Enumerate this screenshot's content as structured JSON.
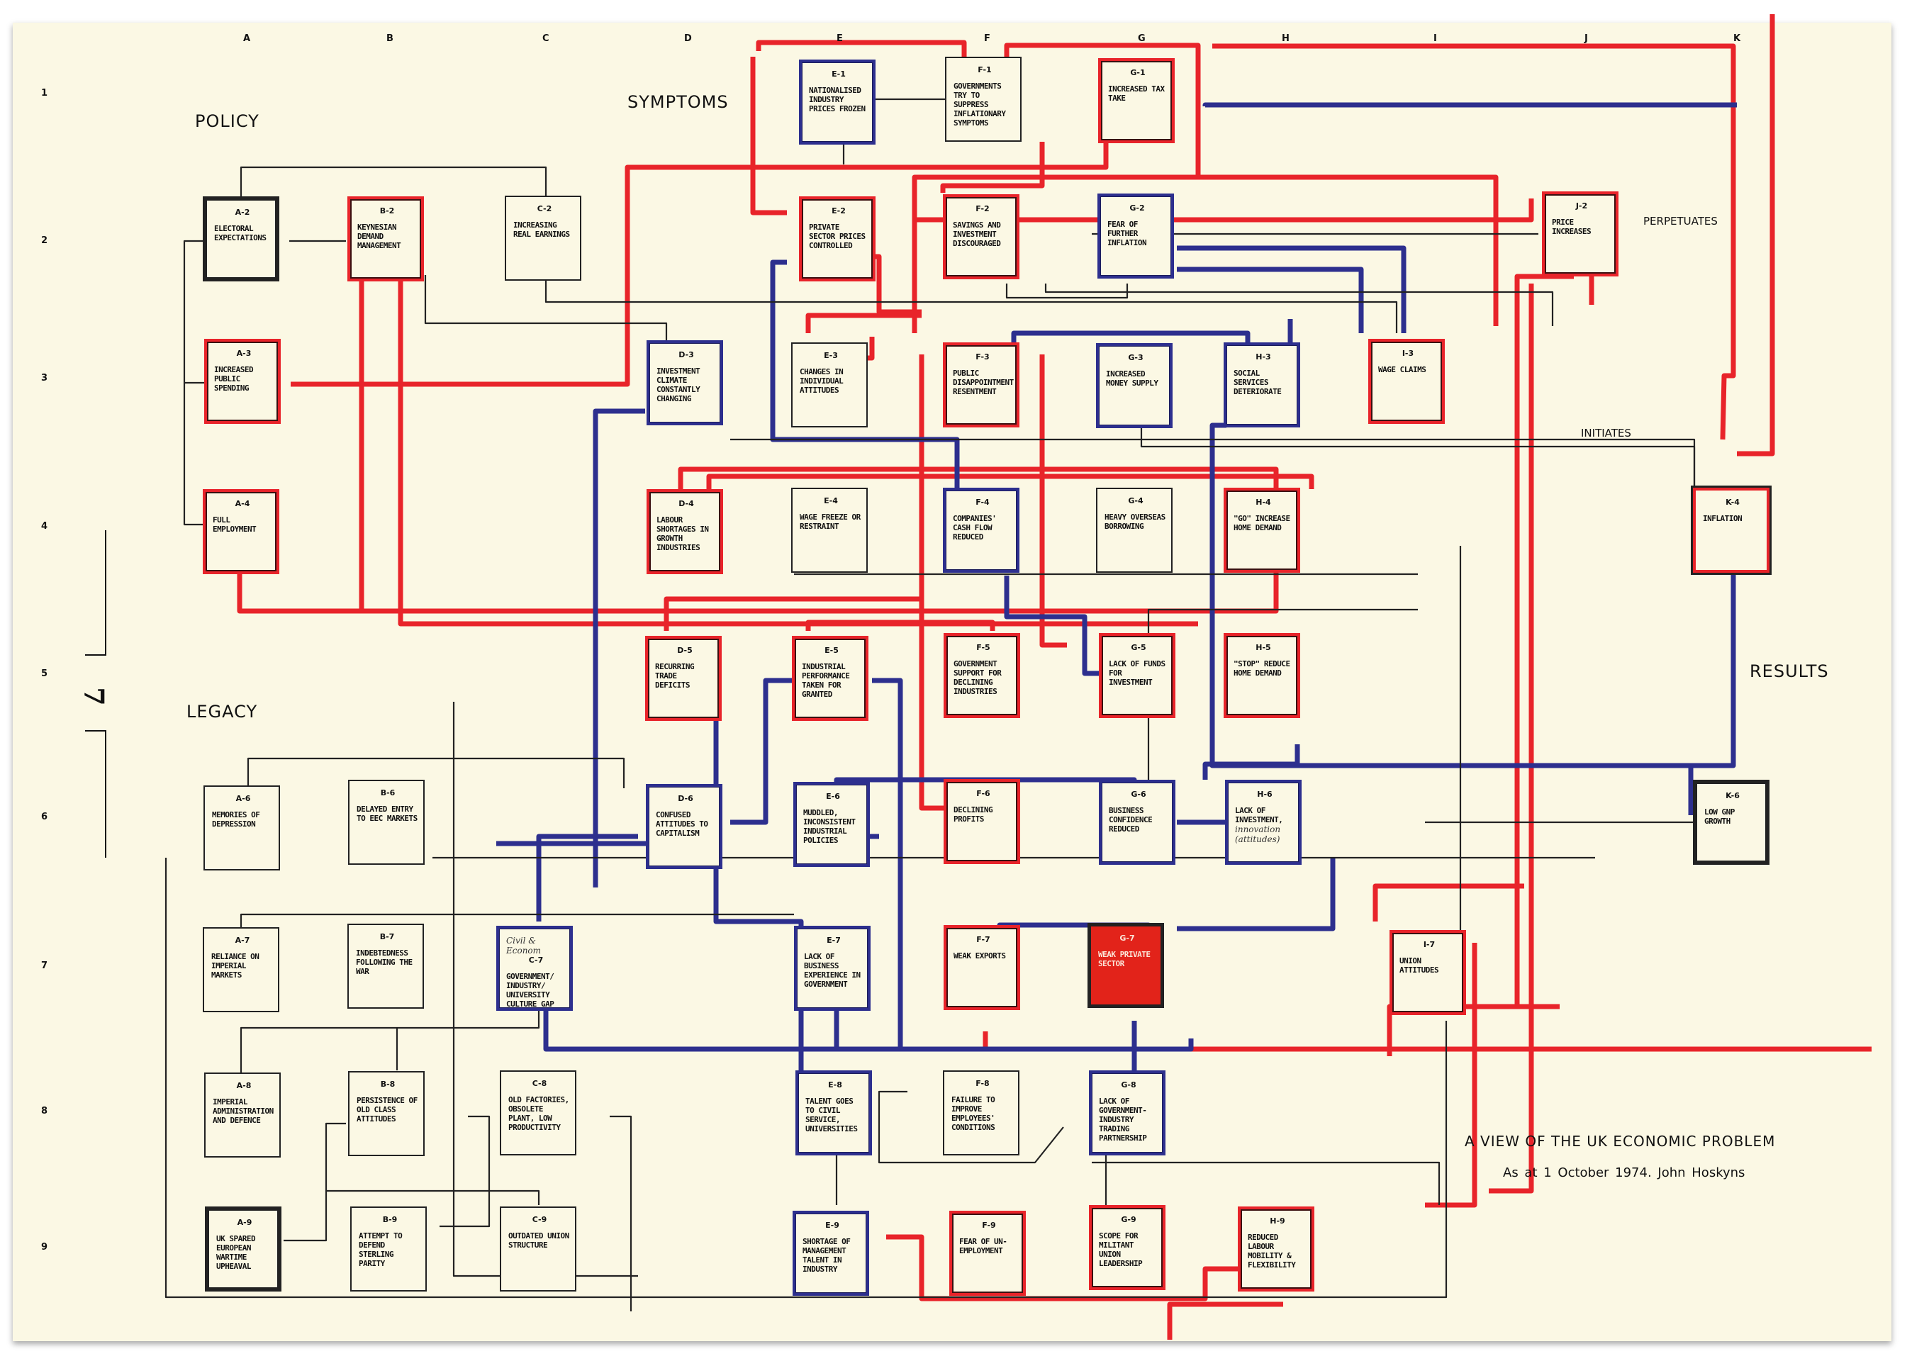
{
  "title": "A VIEW OF THE UK ECONOMIC PROBLEM",
  "subtitle": "As at 1 October 1974.   John Hoskyns",
  "page_number": "7",
  "columns": [
    "A",
    "B",
    "C",
    "D",
    "E",
    "F",
    "G",
    "H",
    "I",
    "J",
    "K"
  ],
  "rows": [
    "1",
    "2",
    "3",
    "4",
    "5",
    "6",
    "7",
    "8",
    "9"
  ],
  "sections": {
    "policy": "POLICY",
    "symptoms": "SYMPTOMS",
    "legacy": "LEGACY",
    "results": "RESULTS"
  },
  "edge_labels": {
    "perpetuates": "PERPETUATES",
    "initiates": "INITIATES"
  },
  "legend_colors": {
    "red": "#e8242a",
    "blue": "#2d2f8e",
    "black": "#222222",
    "highlight_fill": "#e2231a",
    "paper": "#fbf8e4"
  },
  "boxes": {
    "E1": {
      "id": "E-1",
      "text": "Nationalised industry prices frozen",
      "color": "blue"
    },
    "F1": {
      "id": "F-1",
      "text": "Governments try to suppress inflationary symptoms",
      "color": "black"
    },
    "G1": {
      "id": "G-1",
      "text": "Increased tax take",
      "color": "red"
    },
    "A2": {
      "id": "A-2",
      "text": "Electoral expectations",
      "color": "heavy"
    },
    "B2": {
      "id": "B-2",
      "text": "Keynesian demand management",
      "color": "red"
    },
    "C2": {
      "id": "C-2",
      "text": "Increasing real earnings",
      "color": "black"
    },
    "E2": {
      "id": "E-2",
      "text": "Private sector prices controlled",
      "color": "red"
    },
    "F2": {
      "id": "F-2",
      "text": "Savings and investment discouraged",
      "color": "red"
    },
    "G2": {
      "id": "G-2",
      "text": "Fear of further inflation",
      "color": "blue"
    },
    "J2": {
      "id": "J-2",
      "text": "Price increases",
      "color": "red"
    },
    "A3": {
      "id": "A-3",
      "text": "Increased public spending",
      "color": "red"
    },
    "D3": {
      "id": "D-3",
      "text": "Investment climate constantly changing",
      "color": "blue"
    },
    "E3": {
      "id": "E-3",
      "text": "Changes in individual attitudes",
      "color": "black"
    },
    "F3": {
      "id": "F-3",
      "text": "Public disappointment resentment",
      "color": "red"
    },
    "G3": {
      "id": "G-3",
      "text": "Increased money supply",
      "color": "blue"
    },
    "H3": {
      "id": "H-3",
      "text": "Social services deteriorate",
      "color": "blue"
    },
    "I3": {
      "id": "I-3",
      "text": "Wage claims",
      "color": "red"
    },
    "A4": {
      "id": "A-4",
      "text": "Full employment",
      "color": "red"
    },
    "D4": {
      "id": "D-4",
      "text": "Labour shortages in growth industries",
      "color": "red"
    },
    "E4": {
      "id": "E-4",
      "text": "Wage freeze or restraint",
      "color": "black"
    },
    "F4": {
      "id": "F-4",
      "text": "Companies' cash flow reduced",
      "color": "blue"
    },
    "G4": {
      "id": "G-4",
      "text": "Heavy overseas borrowing",
      "color": "black"
    },
    "H4": {
      "id": "H-4",
      "text": "\"Go\" increase home demand",
      "color": "red"
    },
    "K4": {
      "id": "K-4",
      "text": "Inflation",
      "color": "heavy-red"
    },
    "D5": {
      "id": "D-5",
      "text": "Recurring trade deficits",
      "color": "red"
    },
    "E5": {
      "id": "E-5",
      "text": "Industrial performance taken for granted",
      "color": "red"
    },
    "F5": {
      "id": "F-5",
      "text": "Government support for declining industries",
      "color": "red"
    },
    "G5": {
      "id": "G-5",
      "text": "Lack of funds for investment",
      "color": "red"
    },
    "H5": {
      "id": "H-5",
      "text": "\"Stop\" reduce home demand",
      "color": "red"
    },
    "A6": {
      "id": "A-6",
      "text": "Memories of depression",
      "color": "black"
    },
    "B6": {
      "id": "B-6",
      "text": "Delayed entry to EEC markets",
      "color": "black"
    },
    "D6": {
      "id": "D-6",
      "text": "Confused attitudes to capitalism",
      "color": "blue"
    },
    "E6": {
      "id": "E-6",
      "text": "Muddled, inconsistent industrial policies",
      "color": "blue"
    },
    "F6": {
      "id": "F-6",
      "text": "Declining profits",
      "color": "red"
    },
    "G6": {
      "id": "G-6",
      "text": "Business confidence reduced",
      "color": "blue"
    },
    "H6": {
      "id": "H-6",
      "text": "Lack of investment,",
      "handwritten": "innovation (attitudes)",
      "color": "blue"
    },
    "K6": {
      "id": "K-6",
      "text": "Low GNP growth",
      "color": "heavy"
    },
    "A7": {
      "id": "A-7",
      "text": "Reliance on imperial markets",
      "color": "black"
    },
    "B7": {
      "id": "B-7",
      "text": "Indebtedness following the war",
      "color": "black"
    },
    "C7": {
      "id": "C-7",
      "text": "Government/ industry/ university culture gap",
      "handwritten": "Civil & Econom",
      "color": "blue"
    },
    "E7": {
      "id": "E-7",
      "text": "Lack of business experience in government",
      "color": "blue"
    },
    "F7": {
      "id": "F-7",
      "text": "Weak exports",
      "color": "red"
    },
    "G7": {
      "id": "G-7",
      "text": "Weak private sector",
      "color": "filled"
    },
    "I7": {
      "id": "I-7",
      "text": "Union attitudes",
      "color": "red"
    },
    "A8": {
      "id": "A-8",
      "text": "Imperial administration and defence",
      "color": "black"
    },
    "B8": {
      "id": "B-8",
      "text": "Persistence of old class attitudes",
      "color": "black"
    },
    "C8": {
      "id": "C-8",
      "text": "Old factories, obsolete plant, low productivity",
      "color": "black"
    },
    "E8": {
      "id": "E-8",
      "text": "Talent goes to civil service, universities",
      "color": "blue"
    },
    "F8": {
      "id": "F-8",
      "text": "Failure to improve employees' conditions",
      "color": "black"
    },
    "G8": {
      "id": "G-8",
      "text": "Lack of government-industry trading partnership",
      "color": "blue"
    },
    "A9": {
      "id": "A-9",
      "text": "UK spared European wartime upheaval",
      "color": "heavy"
    },
    "B9": {
      "id": "B-9",
      "text": "Attempt to defend sterling parity",
      "color": "black"
    },
    "C9": {
      "id": "C-9",
      "text": "Outdated union structure",
      "color": "black"
    },
    "E9": {
      "id": "E-9",
      "text": "Shortage of management talent in industry",
      "color": "blue"
    },
    "F9": {
      "id": "F-9",
      "text": "Fear of un-employment",
      "color": "red"
    },
    "G9": {
      "id": "G-9",
      "text": "Scope for militant union leadership",
      "color": "red"
    },
    "H9": {
      "id": "H-9",
      "text": "Reduced labour mobility & flexibility",
      "color": "red"
    }
  }
}
